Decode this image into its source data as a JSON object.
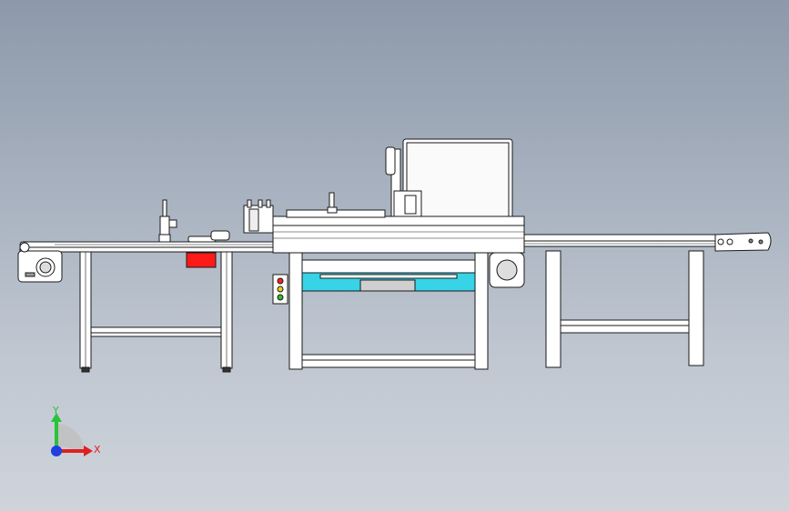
{
  "viewport": {
    "background_top": "#8d99aa",
    "background_bottom": "#cfd4db"
  },
  "model": {
    "description_visible": false,
    "frame_color": "#ffffff",
    "outline_color": "#1a1a1a",
    "accent_cyan": "#37d3e6",
    "emergency_red": "#ff1a1a"
  },
  "triad": {
    "y_label": "Y",
    "x_label": "X",
    "y_color": "#29c33a",
    "x_color": "#e02020",
    "z_color": "#1f3fe0"
  },
  "control_panel": {
    "buttons": [
      "red",
      "yellow",
      "green"
    ]
  }
}
